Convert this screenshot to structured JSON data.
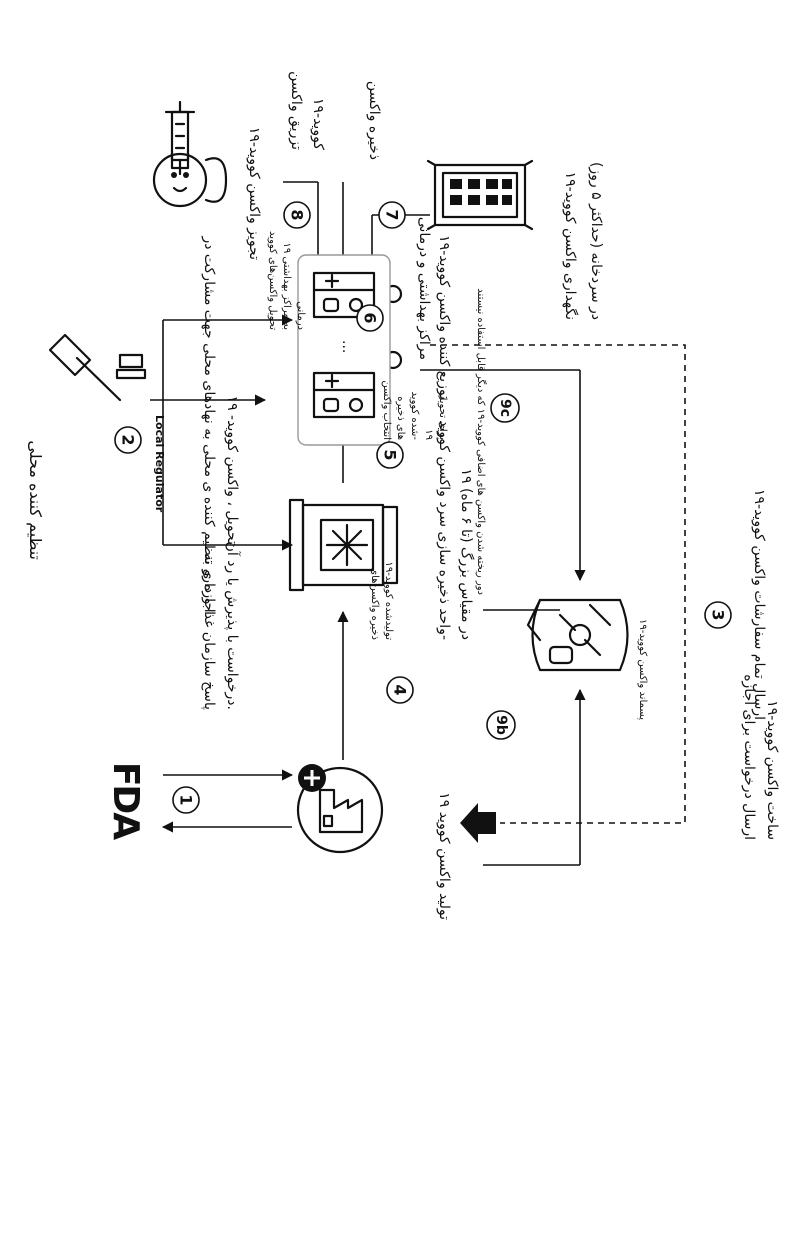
{
  "labels": {
    "local_regulator_title": "تنظیم کننده محلی",
    "local_regulator_logo": "Local Regulator",
    "fda_response": [
      "پاسخ سازمان غذا و دارو به",
      "درخواست با پذیرش یا رد آن."
    ],
    "send_request": [
      "ارسال درخواست برای اجازه",
      "ساخت واکسن کووید-۱۹"
    ],
    "produce_vaccine": "تولید واکسن کووید ۱۹",
    "store_produced": [
      "ذخیره واکسن‌های",
      "تولیدشده کووید-۱۹"
    ],
    "cold_storage": [
      "واحد ذخیره سازی سرد واکسن کووید-",
      "۱۹ در مقیاس بزرگ (تا ۶ ماه)"
    ],
    "select_stored": [
      "انتخاب واکسن",
      "های ذخیره",
      "شده کووید-",
      "۱۹",
      "برای تحویل"
    ],
    "regulator_permission": [
      "اجازه ی تنظیم کننده ی محلی به نهادهای محلی جهت مشارکت در",
      "تحویل ، واکسن کووید- ۱۹"
    ],
    "distributor": "توزیع کننده واکسن کووید-۱۹",
    "deliver_centers": [
      "تحویل واکسن‌های کووید",
      "۱۹ به مراکز بهداشتی",
      "درمانی"
    ],
    "health_centers": "مراکز بهداشتی و درمانی",
    "prescribe": "تجویز واکسن کووید-۱۹",
    "inject": [
      "تزریق واکسن",
      "کووید-۱۹"
    ],
    "store_vaccine": "ذخیره واکسن",
    "keep_fridge": [
      "نگهداری واکسن کووید-۱۹",
      "در سردخانه (حداکثر ۵ روز)"
    ],
    "discard": "دور ریخته شدن واکسن های اضافی کووید-۱۹ که دیگر قابل استفاده نیستند",
    "waste": "پسماند واکسن کووید-۱۹",
    "send_orders": "ارسال تمام سفارشات واکسن کووید-۱۹"
  },
  "badges": {
    "b1": "1",
    "b2": "2",
    "b3": "3",
    "b4": "4",
    "b5": "5",
    "b6": "6",
    "b7": "7",
    "b8": "8",
    "b9b": "9b",
    "b9c": "9c"
  },
  "icons": [
    "fda-logo-icon",
    "factory-icon",
    "gavel-icon",
    "cold-storage-icon",
    "truck-icon",
    "vaccine-fridge-icon",
    "doctor-icon",
    "syringe-icon",
    "waste-bag-icon",
    "health-center-icon"
  ]
}
